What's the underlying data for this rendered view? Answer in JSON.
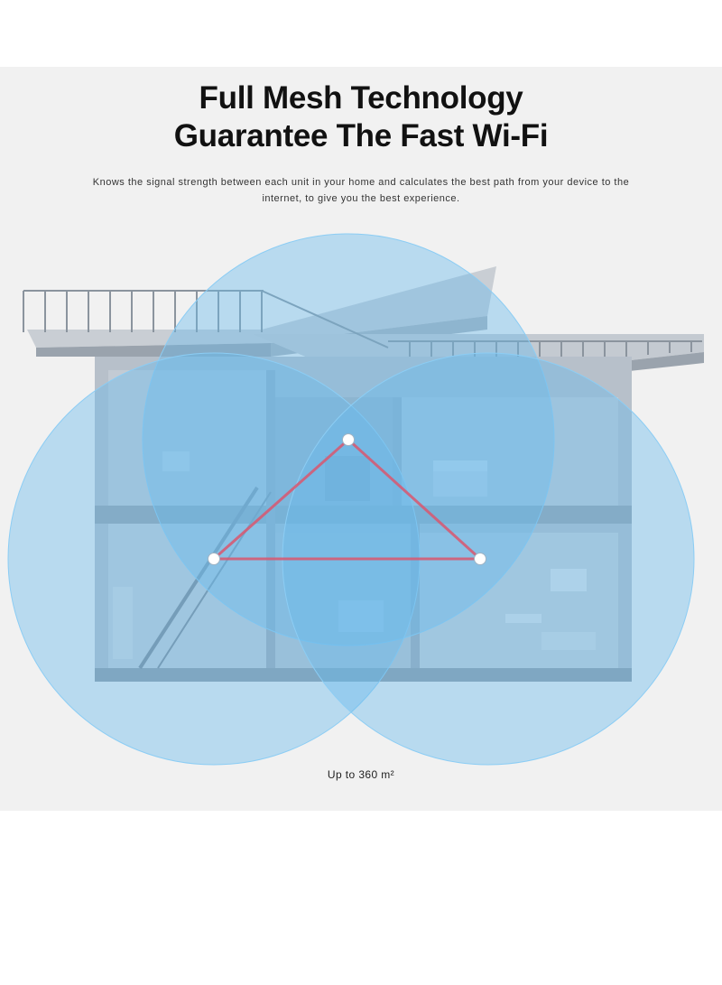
{
  "headline": {
    "line1": "Full Mesh Technology",
    "line2": "Guarantee The Fast Wi-Fi"
  },
  "description": "Knows the signal strength between each unit in your home and calculates the best path from your device to the internet, to give you the best experience.",
  "coverage_label": "Up to 360 m²",
  "colors": {
    "panel_background": "#f1f1f1",
    "signal_fill": "#7cc4f0",
    "mesh_line": "#e0506a",
    "node": "#ffffff",
    "house_wall": "#b9c2cc"
  },
  "mesh_nodes": [
    "top-node",
    "left-node",
    "right-node"
  ]
}
